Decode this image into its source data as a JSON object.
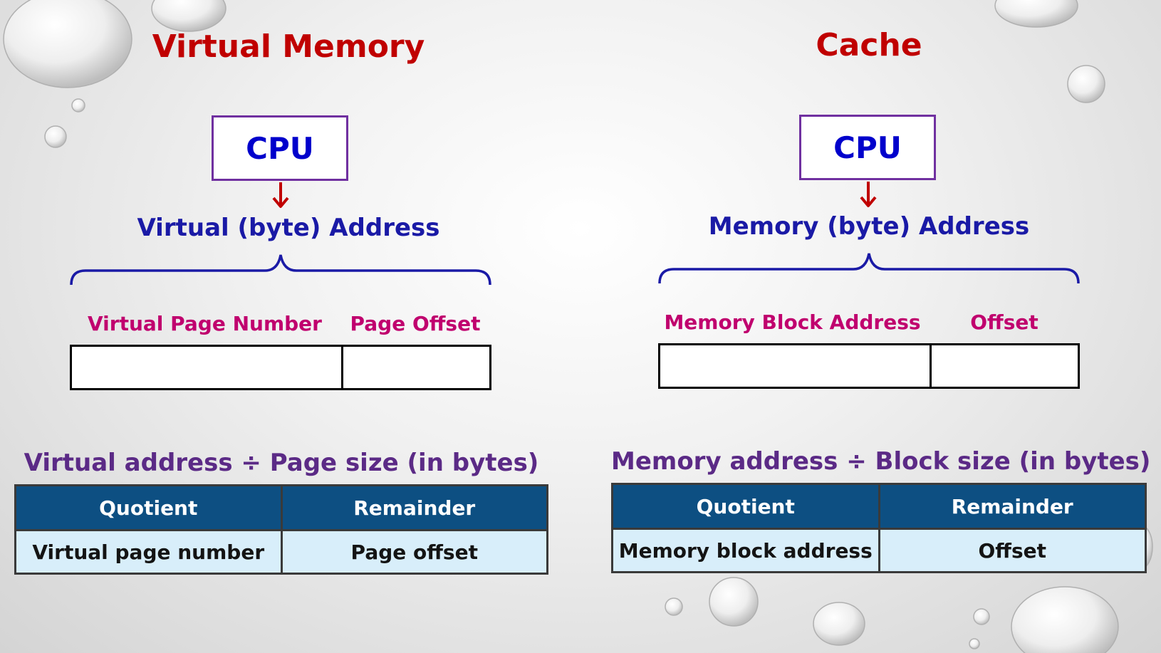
{
  "virtual_memory": {
    "title": "Virtual Memory",
    "cpu_label": "CPU",
    "address_label": "Virtual (byte) Address",
    "field_labels": [
      "Virtual Page Number",
      "Page Offset"
    ],
    "division_label": "Virtual address ÷ Page size (in bytes)",
    "table": {
      "headers": [
        "Quotient",
        "Remainder"
      ],
      "row": [
        "Virtual page number",
        "Page offset"
      ]
    }
  },
  "cache": {
    "title": "Cache",
    "cpu_label": "CPU",
    "address_label": "Memory (byte) Address",
    "field_labels": [
      "Memory Block Address",
      "Offset"
    ],
    "division_label": "Memory address ÷ Block size (in bytes)",
    "table": {
      "headers": [
        "Quotient",
        "Remainder"
      ],
      "row": [
        "Memory block address",
        "Offset"
      ]
    }
  },
  "colors": {
    "title": "#c00000",
    "cpu_text": "#0000cc",
    "cpu_border": "#7030a0",
    "arrow": "#c00000",
    "address": "#1a1aa6",
    "brace": "#1a1aa6",
    "field_label": "#c0006e",
    "division": "#5b2a86",
    "table_header_bg": "#0d4f82",
    "table_cell_bg": "#d8eefa",
    "divider_top": "#2e7d32",
    "divider_mid": "#2f5597",
    "divider_bottom": "#e8175d"
  }
}
